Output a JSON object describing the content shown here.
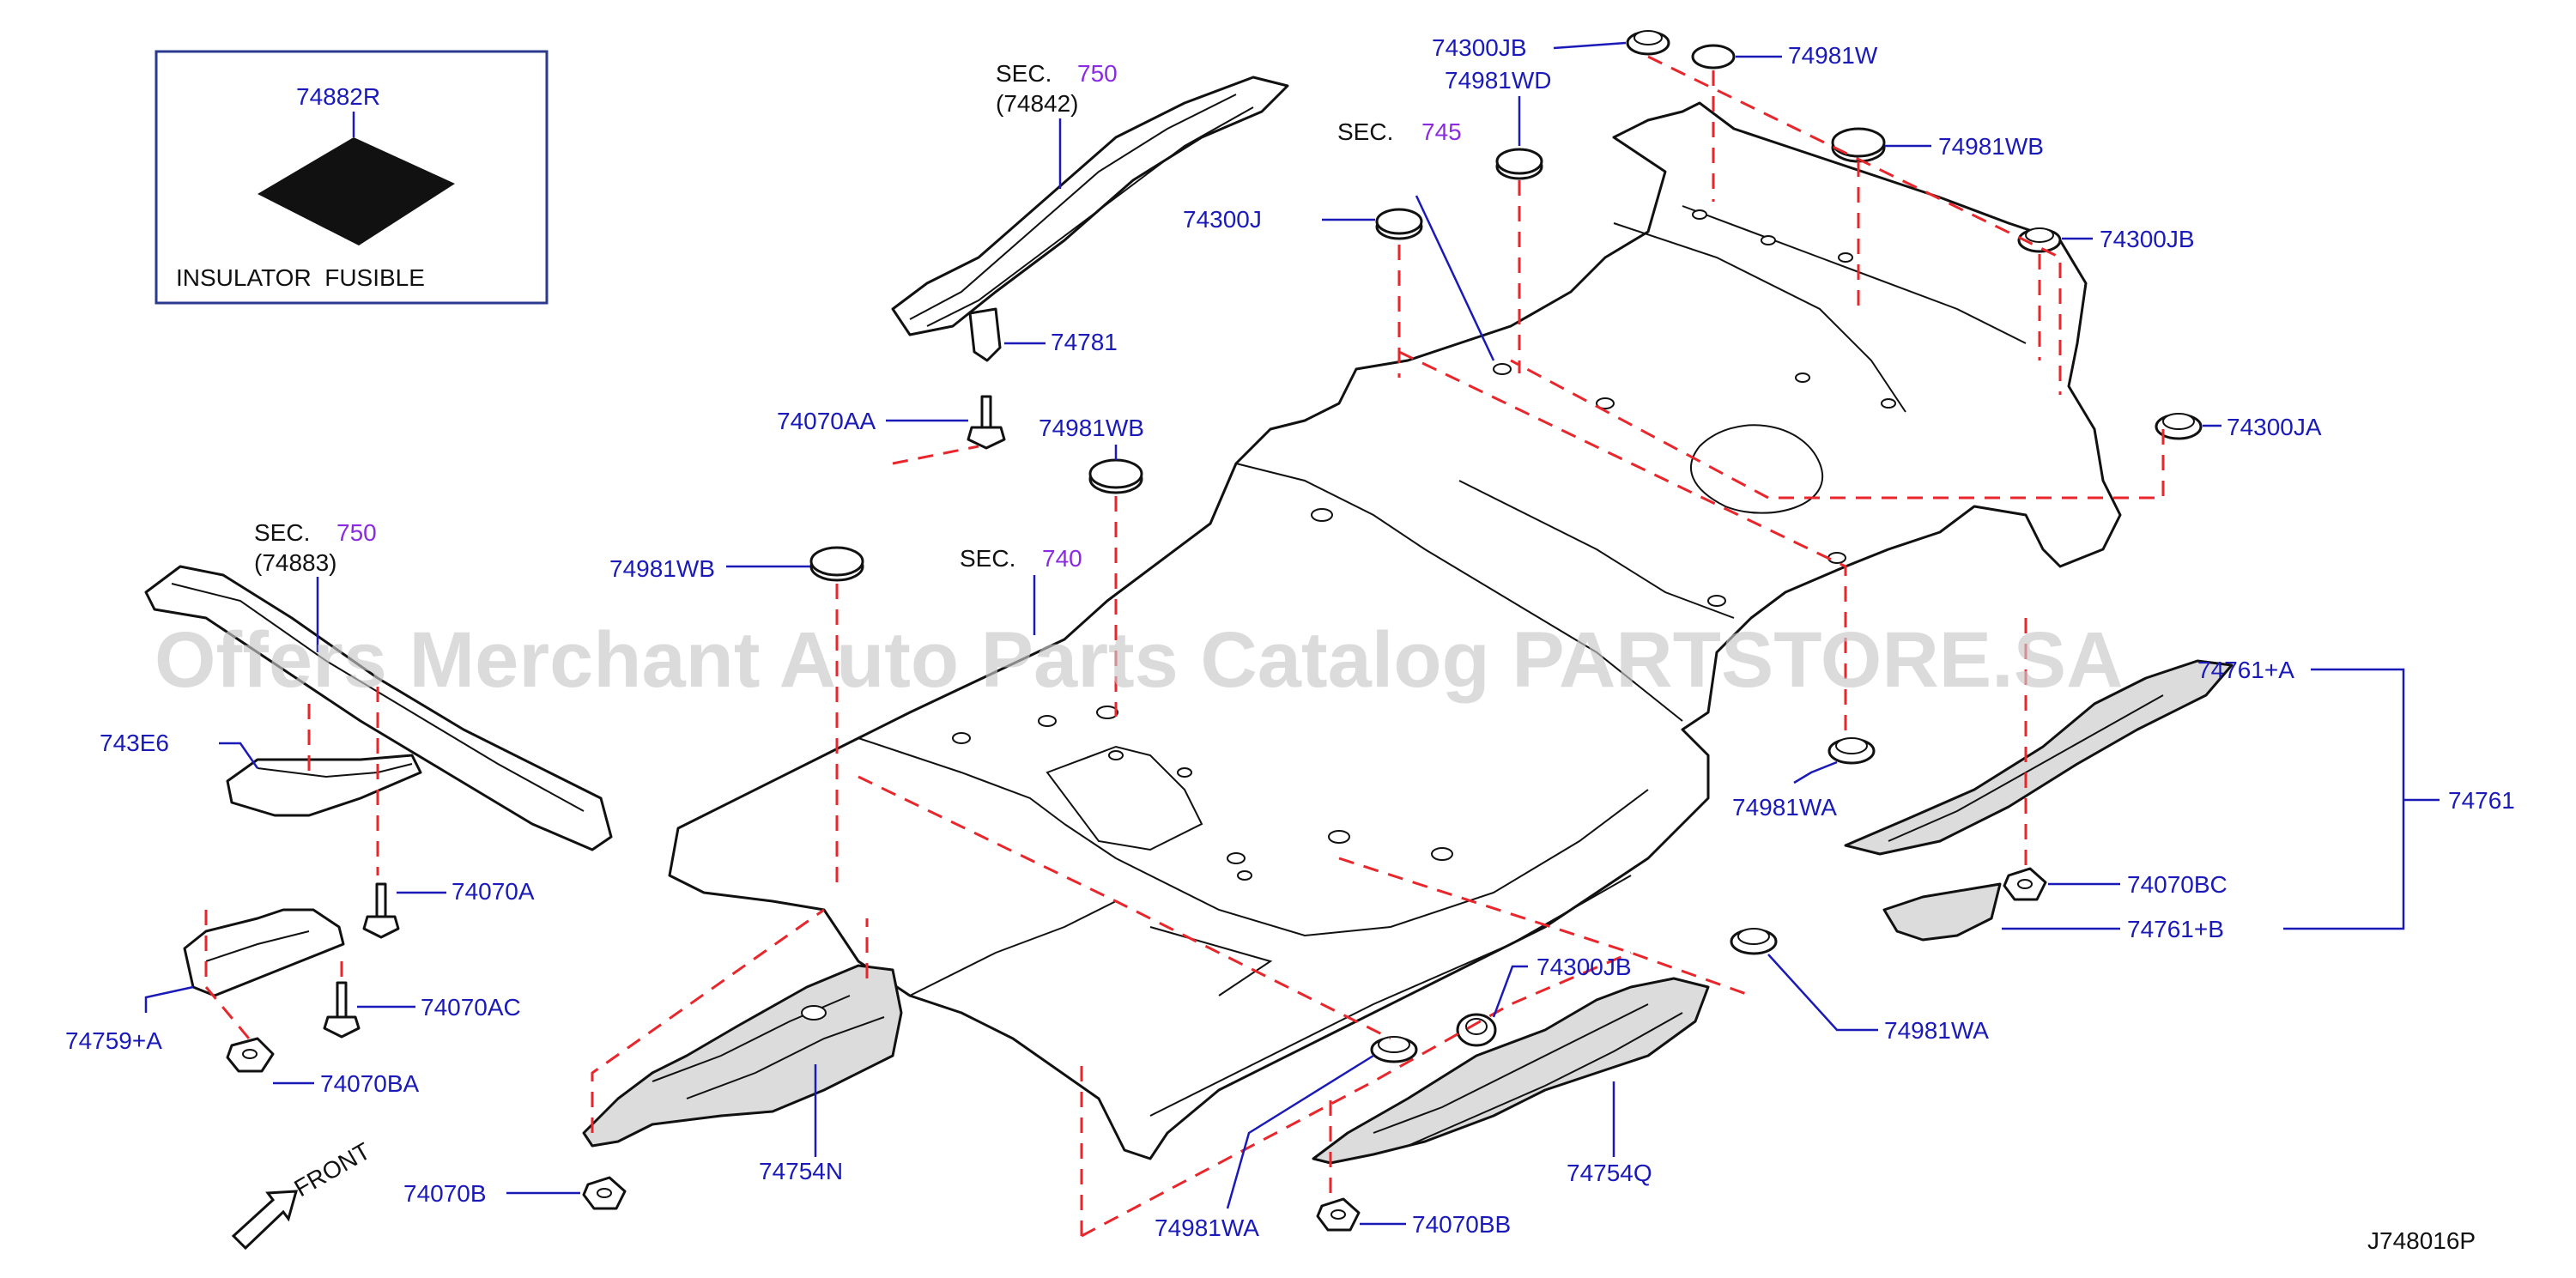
{
  "diagram_code": "J748016P",
  "watermark": "Offers Merchant Auto Parts Catalog PARTSTORE.SA",
  "inset": {
    "part_no": "74882R",
    "caption": "INSULATOR  FUSIBLE"
  },
  "front_label": "FRONT",
  "sections": {
    "sec750_top": {
      "prefix": "SEC.",
      "num": "750",
      "ref": "(74842)"
    },
    "sec750_left": {
      "prefix": "SEC.",
      "num": "750",
      "ref": "(74883)"
    },
    "sec745": {
      "prefix": "SEC.",
      "num": "745"
    },
    "sec740": {
      "prefix": "SEC.",
      "num": "740"
    }
  },
  "labels": {
    "p74781": "74781",
    "p74070AA": "74070AA",
    "p74981WB_a": "74981WB",
    "p74981WB_b": "74981WB",
    "p74981WB_c": "74981WB",
    "p74300JB_a": "74300JB",
    "p74300JB_b": "74300JB",
    "p74300JB_c": "74300JB",
    "p74981W": "74981W",
    "p74981WD": "74981WD",
    "p74300J": "74300J",
    "p74300JA": "74300JA",
    "p743E6": "743E6",
    "p74070A": "74070A",
    "p74070AC": "74070AC",
    "p74759A": "74759+A",
    "p74070BA": "74070BA",
    "p74070B": "74070B",
    "p74754N": "74754N",
    "p74981WA_a": "74981WA",
    "p74981WA_b": "74981WA",
    "p74981WA_c": "74981WA",
    "p74070BB": "74070BB",
    "p74754Q": "74754Q",
    "p74761A": "74761+A",
    "p74761": "74761",
    "p74070BC": "74070BC",
    "p74761B": "74761+B"
  }
}
